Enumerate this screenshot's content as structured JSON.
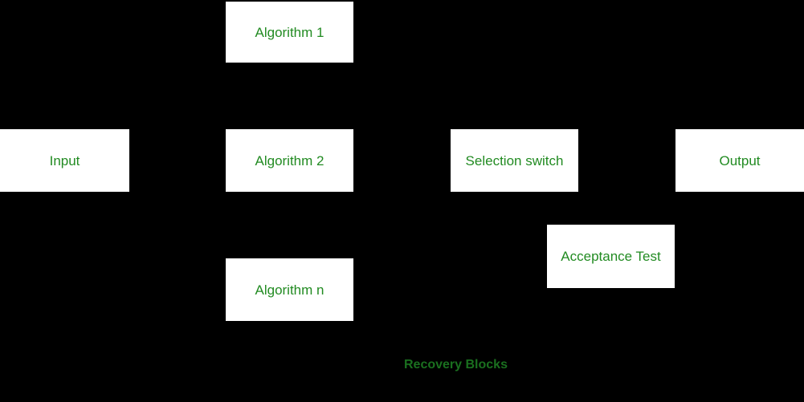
{
  "diagram": {
    "name": "Recovery Blocks",
    "background_color": "#000000",
    "box_background_color": "#ffffff",
    "box_text_color": "#228b22",
    "caption_color": "#1a701f",
    "boxes": [
      {
        "id": "algorithm-1",
        "label": "Algorithm 1"
      },
      {
        "id": "input",
        "label": "Input"
      },
      {
        "id": "algorithm-2",
        "label": "Algorithm 2"
      },
      {
        "id": "selection-switch",
        "label": "Selection switch"
      },
      {
        "id": "output",
        "label": "Output"
      },
      {
        "id": "algorithm-n",
        "label": "Algorithm n"
      },
      {
        "id": "acceptance-test",
        "label": "Acceptance Test"
      }
    ],
    "caption": "Recovery Blocks"
  }
}
